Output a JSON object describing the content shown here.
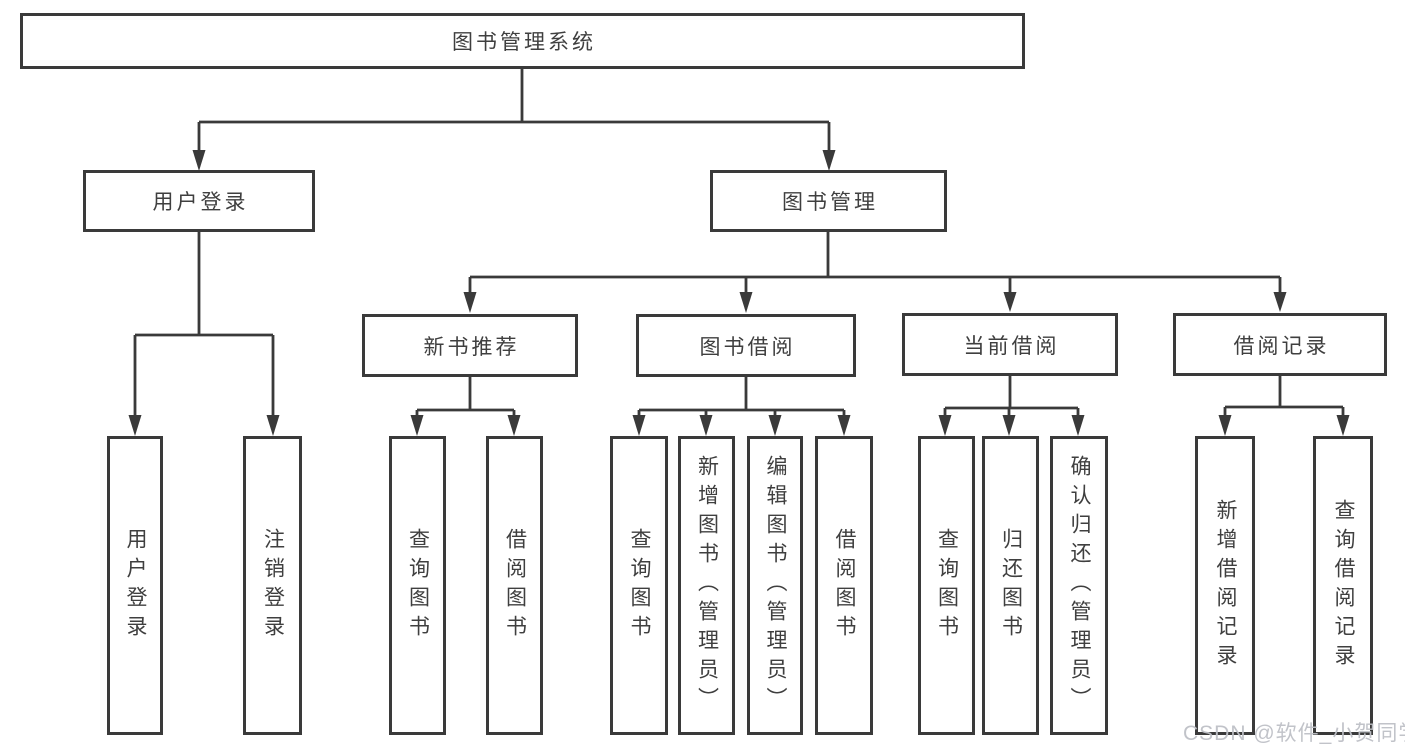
{
  "diagram": {
    "root": {
      "label": "图书管理系统"
    },
    "branches": [
      {
        "label": "用户登录",
        "children": [
          "用户登录",
          "注销登录"
        ]
      },
      {
        "label": "图书管理",
        "children": [
          {
            "label": "新书推荐",
            "children": [
              "查询图书",
              "借阅图书"
            ]
          },
          {
            "label": "图书借阅",
            "children": [
              "查询图书",
              "新增图书（管理员）",
              "编辑图书（管理员）",
              "借阅图书"
            ]
          },
          {
            "label": "当前借阅",
            "children": [
              "查询图书",
              "归还图书",
              "确认归还（管理员）"
            ]
          },
          {
            "label": "借阅记录",
            "children": [
              "新增借阅记录",
              "查询借阅记录"
            ]
          }
        ]
      }
    ]
  },
  "watermark": {
    "text": "CSDN @软件_小贺同学"
  },
  "colors": {
    "line": "#3a3a3a",
    "text": "#3f3f3f",
    "background": "#ffffff",
    "watermark": "#bec0c6"
  }
}
